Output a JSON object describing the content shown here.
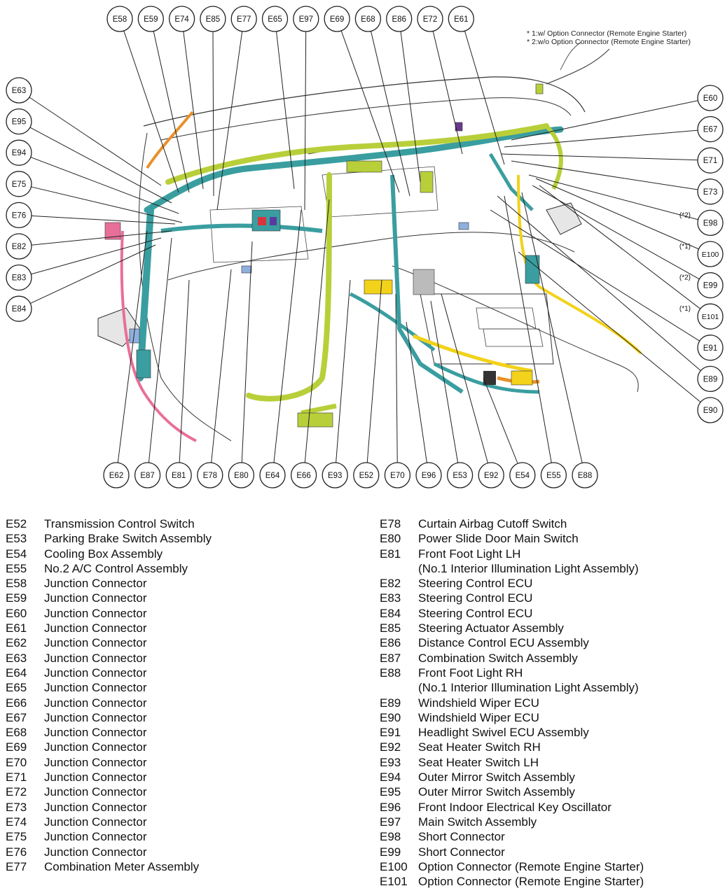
{
  "notes": [
    "* 1:w/ Option Connector (Remote Engine Starter)",
    "* 2:w/o Option Connector (Remote Engine Starter)"
  ],
  "callouts_top": [
    "E58",
    "E59",
    "E74",
    "E85",
    "E77",
    "E65",
    "E97",
    "E69",
    "E68",
    "E86",
    "E72",
    "E61"
  ],
  "callouts_bottom": [
    "E62",
    "E87",
    "E81",
    "E78",
    "E80",
    "E64",
    "E66",
    "E93",
    "E52",
    "E70",
    "E96",
    "E53",
    "E92",
    "E54",
    "E55",
    "E88"
  ],
  "callouts_left": [
    "E63",
    "E95",
    "E94",
    "E75",
    "E76",
    "E82",
    "E83",
    "E84"
  ],
  "callouts_right": [
    {
      "code": "E60",
      "tag": ""
    },
    {
      "code": "E67",
      "tag": ""
    },
    {
      "code": "E71",
      "tag": ""
    },
    {
      "code": "E73",
      "tag": ""
    },
    {
      "code": "E98",
      "tag": "(*2)"
    },
    {
      "code": "E100",
      "tag": "(*1)"
    },
    {
      "code": "E99",
      "tag": "(*2)"
    },
    {
      "code": "E101",
      "tag": "(*1)"
    },
    {
      "code": "E91",
      "tag": ""
    },
    {
      "code": "E89",
      "tag": ""
    },
    {
      "code": "E90",
      "tag": ""
    }
  ],
  "legend_left": [
    {
      "code": "E52",
      "desc": "Transmission Control Switch"
    },
    {
      "code": "E53",
      "desc": "Parking Brake Switch Assembly"
    },
    {
      "code": "E54",
      "desc": "Cooling Box Assembly"
    },
    {
      "code": "E55",
      "desc": "No.2 A/C Control Assembly"
    },
    {
      "code": "E58",
      "desc": "Junction Connector"
    },
    {
      "code": "E59",
      "desc": "Junction Connector"
    },
    {
      "code": "E60",
      "desc": "Junction Connector"
    },
    {
      "code": "E61",
      "desc": "Junction Connector"
    },
    {
      "code": "E62",
      "desc": "Junction Connector"
    },
    {
      "code": "E63",
      "desc": "Junction Connector"
    },
    {
      "code": "E64",
      "desc": "Junction Connector"
    },
    {
      "code": "E65",
      "desc": "Junction Connector"
    },
    {
      "code": "E66",
      "desc": "Junction Connector"
    },
    {
      "code": "E67",
      "desc": "Junction Connector"
    },
    {
      "code": "E68",
      "desc": "Junction Connector"
    },
    {
      "code": "E69",
      "desc": "Junction Connector"
    },
    {
      "code": "E70",
      "desc": "Junction Connector"
    },
    {
      "code": "E71",
      "desc": "Junction Connector"
    },
    {
      "code": "E72",
      "desc": "Junction Connector"
    },
    {
      "code": "E73",
      "desc": "Junction Connector"
    },
    {
      "code": "E74",
      "desc": "Junction Connector"
    },
    {
      "code": "E75",
      "desc": "Junction Connector"
    },
    {
      "code": "E76",
      "desc": "Junction Connector"
    },
    {
      "code": "E77",
      "desc": "Combination Meter Assembly"
    }
  ],
  "legend_right": [
    {
      "code": "E78",
      "desc": "Curtain Airbag Cutoff Switch"
    },
    {
      "code": "E80",
      "desc": "Power Slide Door Main Switch"
    },
    {
      "code": "E81",
      "desc": "Front Foot Light LH"
    },
    {
      "code": "",
      "desc": "(No.1 Interior Illumination Light Assembly)"
    },
    {
      "code": "E82",
      "desc": "Steering Control ECU"
    },
    {
      "code": "E83",
      "desc": "Steering Control ECU"
    },
    {
      "code": "E84",
      "desc": "Steering Control ECU"
    },
    {
      "code": "E85",
      "desc": "Steering Actuator Assembly"
    },
    {
      "code": "E86",
      "desc": "Distance Control ECU Assembly"
    },
    {
      "code": "E87",
      "desc": "Combination Switch Assembly"
    },
    {
      "code": "E88",
      "desc": "Front Foot Light RH"
    },
    {
      "code": "",
      "desc": "(No.1 Interior Illumination Light Assembly)"
    },
    {
      "code": "E89",
      "desc": "Windshield Wiper ECU"
    },
    {
      "code": "E90",
      "desc": "Windshield Wiper ECU"
    },
    {
      "code": "E91",
      "desc": "Headlight Swivel ECU Assembly"
    },
    {
      "code": "E92",
      "desc": "Seat Heater Switch RH"
    },
    {
      "code": "E93",
      "desc": "Seat Heater Switch LH"
    },
    {
      "code": "E94",
      "desc": "Outer Mirror Switch Assembly"
    },
    {
      "code": "E95",
      "desc": "Outer Mirror Switch Assembly"
    },
    {
      "code": "E96",
      "desc": "Front Indoor Electrical Key Oscillator"
    },
    {
      "code": "E97",
      "desc": "Main Switch Assembly"
    },
    {
      "code": "E98",
      "desc": "Short Connector"
    },
    {
      "code": "E99",
      "desc": "Short Connector"
    },
    {
      "code": "E100",
      "desc": "Option Connector (Remote Engine Starter)"
    },
    {
      "code": "E101",
      "desc": "Option Connector (Remote Engine Starter)"
    }
  ],
  "colors": {
    "harness_teal": "#3a9ea0",
    "harness_green": "#b9cf3a",
    "harness_yellow": "#f2d21a",
    "harness_orange": "#e8912a",
    "harness_pink": "#e86f9a",
    "harness_blue": "#8fb0de",
    "outline": "#222222"
  }
}
